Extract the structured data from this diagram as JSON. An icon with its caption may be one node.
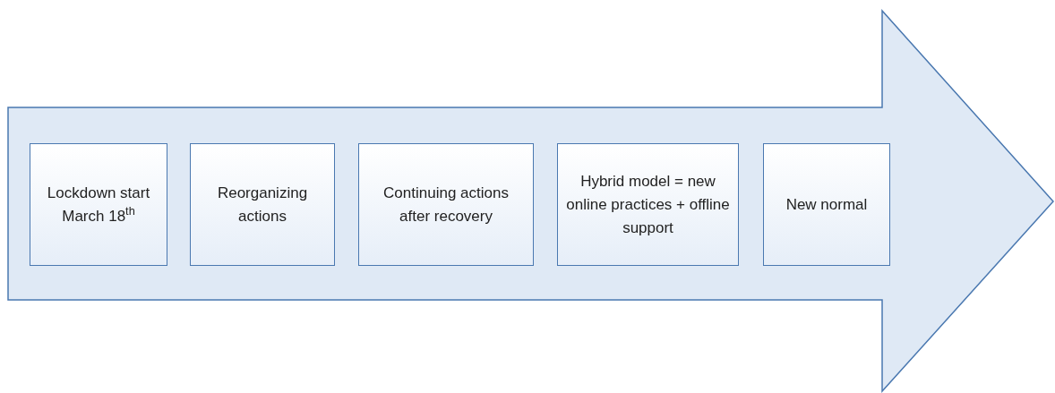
{
  "diagram": {
    "nodes": [
      {
        "text": [],
        "shape": "arrow"
      },
      {
        "text": [
          "Lockdown start March 18$^{th}$"
        ],
        "in": 0
      },
      {
        "text": [
          "Reorganizing actions"
        ],
        "in": 0
      },
      {
        "text": [
          "Continuing actions after recovery"
        ],
        "in": 0
      },
      {
        "text": [
          "Hybrid model = new online practices + offline support"
        ],
        "in": 0
      },
      {
        "text": [
          "New normal"
        ],
        "in": 0
      }
    ]
  }
}
